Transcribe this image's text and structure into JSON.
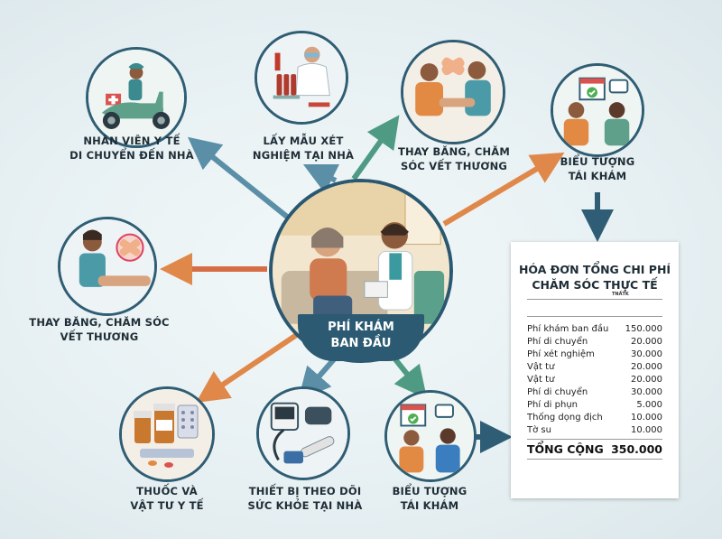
{
  "center": {
    "line1": "PHÍ KHÁM",
    "line2": "BAN ĐẦU"
  },
  "nodes": [
    {
      "id": "nurse-scooter",
      "line1": "NHÂN VIÊN Y TẾ",
      "line2": "DI CHUYỂN ĐẾN NHÀ"
    },
    {
      "id": "blood-test",
      "line1": "LẤY MẪU XÉT",
      "line2": "NGHIỆM TẠI NHÀ"
    },
    {
      "id": "wound-care-top",
      "line1": "THAY BĂNG, CHĂM",
      "line2": "SÓC VẾT THƯƠNG"
    },
    {
      "id": "follow-up-top",
      "line1": "BIỂU TƯỢNG",
      "line2": "TÁI KHÁM"
    },
    {
      "id": "wound-care-left",
      "line1": "THAY BĂNG, CHĂM SÓC",
      "line2": "VẾT THƯƠNG"
    },
    {
      "id": "medicine",
      "line1": "THUỐC VÀ",
      "line2": "VẬT TƯ Y TẾ"
    },
    {
      "id": "monitor",
      "line1": "THIẾT BỊ THEO DÕI",
      "line2": "SỨC KHỎE TẠI NHÀ"
    },
    {
      "id": "follow-up-bottom",
      "line1": "BIỂU TƯỢNG",
      "line2": "TÁI KHÁM"
    }
  ],
  "receipt": {
    "title1": "HÓA ĐƠN TỔNG CHI PHÍ",
    "title2": "CHĂM SÓC THỰC TẾ",
    "tiny": "TNẤTK",
    "items": [
      {
        "label": "Phí khám ban đầu",
        "value": "150.000"
      },
      {
        "label": "Phí di chuyển",
        "value": "20.000"
      },
      {
        "label": "Phí xét nghiệm",
        "value": "30.000"
      },
      {
        "label": "Vật tư",
        "value": "20.000"
      },
      {
        "label": "Vật tư",
        "value": "20.000"
      },
      {
        "label": "Phí di chuyển",
        "value": "30.000"
      },
      {
        "label": "Phí di phụn",
        "value": "5.000"
      },
      {
        "label": "Thống dọng địch",
        "value": "10.000"
      },
      {
        "label": "Tờ su",
        "value": "10.000"
      }
    ],
    "total_label": "TỔNG CỘNG",
    "total_value": "350.000"
  },
  "colors": {
    "arrow_blue": "#5b8fa8",
    "arrow_green": "#4e9a82",
    "arrow_orange": "#e0884a",
    "arrow_dark": "#2e5d75",
    "ring": "#2f5d73",
    "label_bg": "#2b5a72"
  }
}
